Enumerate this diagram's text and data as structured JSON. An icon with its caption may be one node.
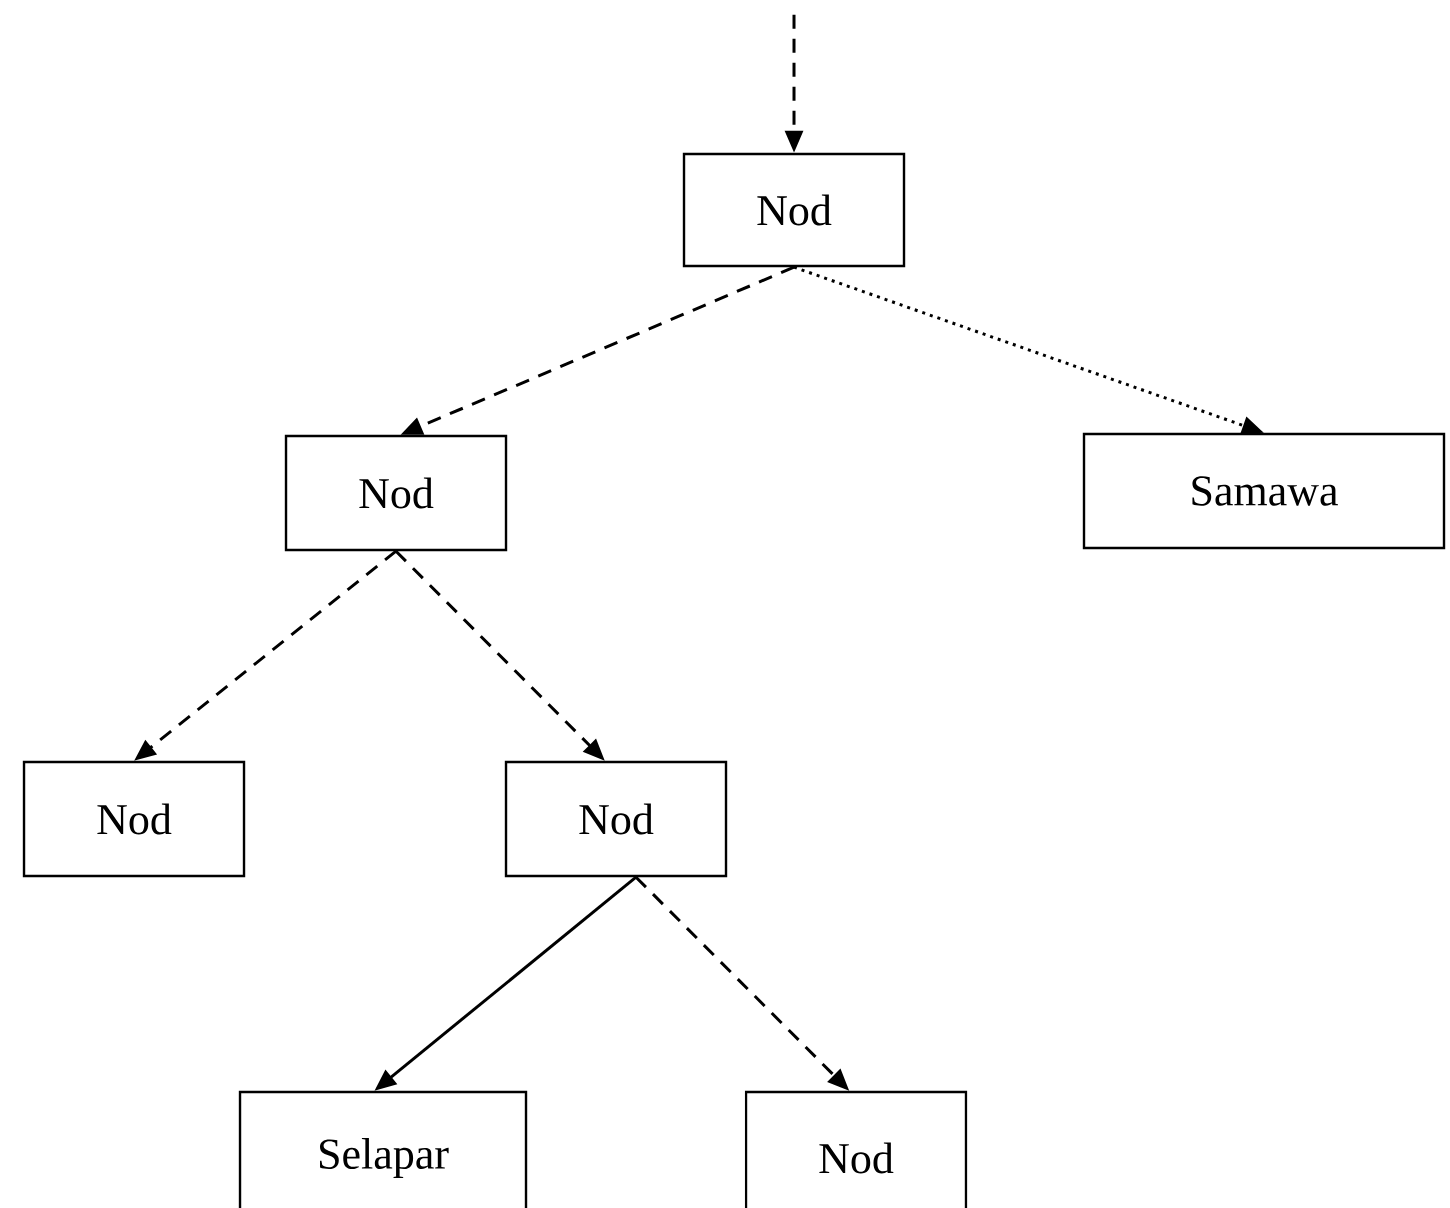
{
  "diagram": {
    "nodes": [
      {
        "text": [
          "Nod"
        ]
      },
      {
        "text": [
          "Samawa"
        ]
      },
      {
        "text": [
          "Nod"
        ]
      },
      {
        "text": [
          "Nod"
        ]
      },
      {
        "text": [
          "Nod"
        ]
      },
      {
        "text": [
          "Selapar"
        ]
      },
      {
        "text": [
          "Nod"
        ]
      }
    ],
    "edges": [
      {
        "from": null,
        "to": 0,
        "arrow": "to",
        "style": "dashed"
      },
      {
        "from": 0,
        "to": 2,
        "arrow": "to",
        "style": "dashed"
      },
      {
        "from": 0,
        "to": 1,
        "arrow": "to",
        "style": "dashed"
      },
      {
        "from": 2,
        "to": 3,
        "arrow": "to",
        "style": "dashed"
      },
      {
        "from": 2,
        "to": 4,
        "arrow": "to",
        "style": "dashed"
      },
      {
        "from": 4,
        "to": 5,
        "arrow": "to"
      },
      {
        "from": 4,
        "to": 6,
        "arrow": "to",
        "style": "dashed"
      }
    ]
  }
}
